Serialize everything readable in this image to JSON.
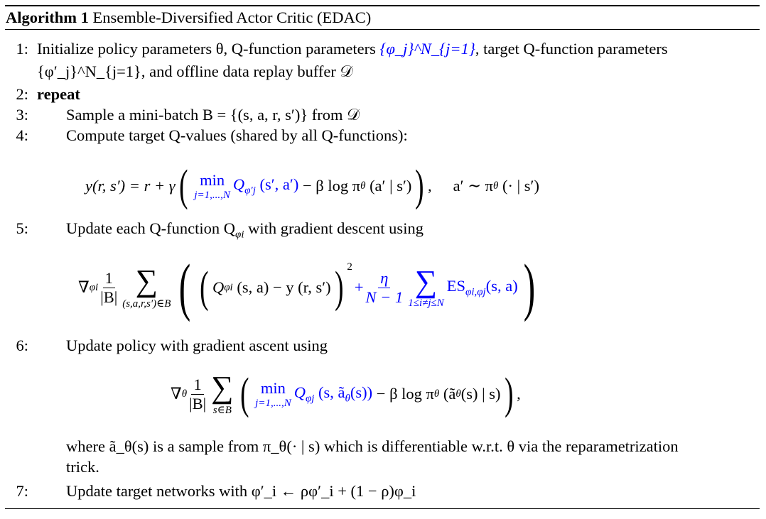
{
  "algorithm": {
    "label": "Algorithm 1",
    "title": "Ensemble-Diversified Actor Critic (EDAC)",
    "steps": [
      {
        "num": "1:",
        "text_a": "Initialize policy parameters θ, Q-function parameters ",
        "math_a": "{φ_j}^N_{j=1}",
        "text_b": ", target Q-function parameters",
        "text_c": "{φ′_j}^N_{j=1}, and offline data replay buffer 𝒟"
      },
      {
        "num": "2:",
        "text": "repeat"
      },
      {
        "num": "3:",
        "text": "Sample a mini-batch B = {(s, a, r, s′)} from 𝒟"
      },
      {
        "num": "4:",
        "text": "Compute target Q-values (shared by all Q-functions):"
      },
      {
        "num": "5:",
        "text": "Update each Q-function Q",
        "sub": "φi",
        "text_b": " with gradient descent using"
      },
      {
        "num": "6:",
        "text": "Update policy with gradient ascent using"
      },
      {
        "num": "",
        "text": "where ã_θ(s) is a sample from π_θ(· | s) which is differentiable w.r.t. θ via the reparametrization",
        "text_b": "trick."
      },
      {
        "num": "7:",
        "text": "Update target networks with φ′_i ← ρφ′_i + (1 − ρ)φ_i"
      }
    ],
    "eq1": {
      "lhs": "y(r, s′) = r + γ",
      "min": "min",
      "lim": "j=1,...,N",
      "q": "Q",
      "qsub": "φ′j",
      "qargs": "(s′, a′)",
      "rest": "− β log π",
      "rest_sub": "θ",
      "rest_args": "(a′ | s′)",
      "tail": ",",
      "sample": "a′ ∼ π",
      "sample_sub": "θ",
      "sample_args": "(· | s′)"
    },
    "eq2": {
      "nabla": "∇",
      "nabla_sub": "φi",
      "one": "1",
      "den": "|B|",
      "sum_lim": "(s,a,r,s′)∈B",
      "q": "Q",
      "qsub": "φi",
      "qargs": "(s, a) − y (r, s′)",
      "sq": "2",
      "plus": "+",
      "eta": "η",
      "eta_den": "N − 1",
      "sum2_lim": "1≤i≠j≤N",
      "es": "ES",
      "es_sub": "φi,φj",
      "es_args": "(s, a)"
    },
    "eq3": {
      "nabla": "∇",
      "nabla_sub": "θ",
      "one": "1",
      "den": "|B|",
      "sum_lim": "s∈B",
      "min": "min",
      "lim": "j=1,...,N",
      "q": "Q",
      "qsub": "φj",
      "qargs": "(s, ã",
      "qargs_sub": "θ",
      "qargs_end": "(s))",
      "rest": "− β log π",
      "rest_sub": "θ",
      "rest_args": "(ã",
      "rest_args_sub": "θ",
      "rest_args_end": "(s) | s)",
      "tail": ","
    }
  },
  "colors": {
    "highlight": "#0000ff"
  }
}
